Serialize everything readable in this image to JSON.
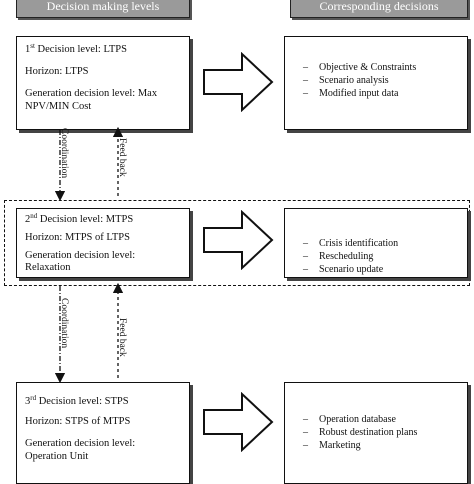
{
  "headers": {
    "left": "Decision making levels",
    "right": "Corresponding decisions"
  },
  "levels": [
    {
      "ordinal_num": "1",
      "ordinal_sup": "st",
      "title_rest": " Decision level: LTPS",
      "horizon": "Horizon: LTPS",
      "generation_line1": "Generation decision level: Max",
      "generation_line2": "NPV/MIN Cost",
      "decisions": [
        "Objective & Constraints",
        "Scenario analysis",
        "Modified input data"
      ]
    },
    {
      "ordinal_num": "2",
      "ordinal_sup": "nd",
      "title_rest": " Decision level: MTPS",
      "horizon": "Horizon: MTPS of LTPS",
      "generation_line1": "Generation decision level:",
      "generation_line2": "Relaxation",
      "decisions": [
        "Crisis identification",
        "Rescheduling",
        "Scenario update"
      ]
    },
    {
      "ordinal_num": "3",
      "ordinal_sup": "rd",
      "title_rest": " Decision level: STPS",
      "horizon": "Horizon: STPS of MTPS",
      "generation_line1": "Generation decision level:",
      "generation_line2": "Operation Unit",
      "decisions": [
        "Operation database",
        "Robust destination plans",
        "Marketing"
      ]
    }
  ],
  "connectors": [
    {
      "coordination": "Coordination",
      "feedback": "Feed back"
    },
    {
      "coordination": "Coordination",
      "feedback": "Feed back"
    }
  ],
  "bullet_char": "–"
}
